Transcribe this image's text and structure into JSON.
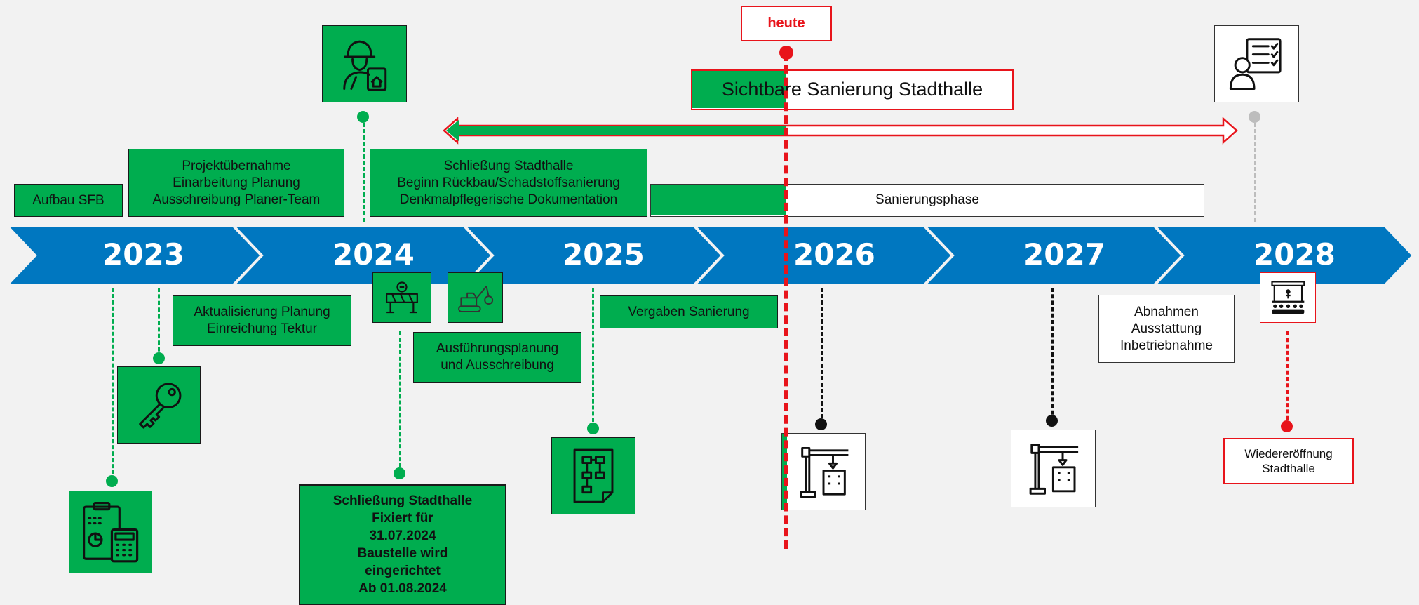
{
  "colors": {
    "background": "#f2f2f2",
    "band_blue": "#0077c0",
    "green": "#00ad4f",
    "red": "#e8141b",
    "black": "#111111",
    "grey": "#bdbdbd"
  },
  "timeline": {
    "years": [
      "2023",
      "2024",
      "2025",
      "2026",
      "2027",
      "2028"
    ]
  },
  "today": {
    "label": "heute"
  },
  "renovation_bar": {
    "title": "Sichtbare Sanierung Stadthalle",
    "phase_label": "Sanierungsphase"
  },
  "above": {
    "aufbau": "Aufbau SFB",
    "projekt": "Projektübernahme\nEinarbeitung Planung\nAusschreibung Planer-Team",
    "schliessung_beginn": "Schließung Stadthalle\nBeginn Rückbau/Schadstoffsanierung\nDenkmalpflegerische Dokumentation"
  },
  "below": {
    "aktualisierung": "Aktualisierung Planung\nEinreichung Tektur",
    "ausfuehrung": "Ausführungsplanung\nund Ausschreibung",
    "vergaben": "Vergaben Sanierung",
    "abnahmen": "Abnahmen\nAusstattung\nInbetriebnahme",
    "schliessung_fixiert": "Schließung Stadthalle\nFixiert für\n31.07.2024\nBaustelle wird\neingerichtet\nAb 01.08.2024",
    "wiedereroeffnung": "Wiedereröffnung\nStadthalle"
  },
  "icons": {
    "engineer": "engineer-icon",
    "checklist_person": "checklist-person-icon",
    "key": "key-icon",
    "calculator": "calculator-clipboard-icon",
    "barrier": "road-barrier-icon",
    "demolition": "demolition-excavator-icon",
    "plan": "plan-document-icon",
    "crane_2026": "crane-building-icon",
    "crane_2027": "crane-building-icon",
    "stage": "stage-audience-icon"
  }
}
